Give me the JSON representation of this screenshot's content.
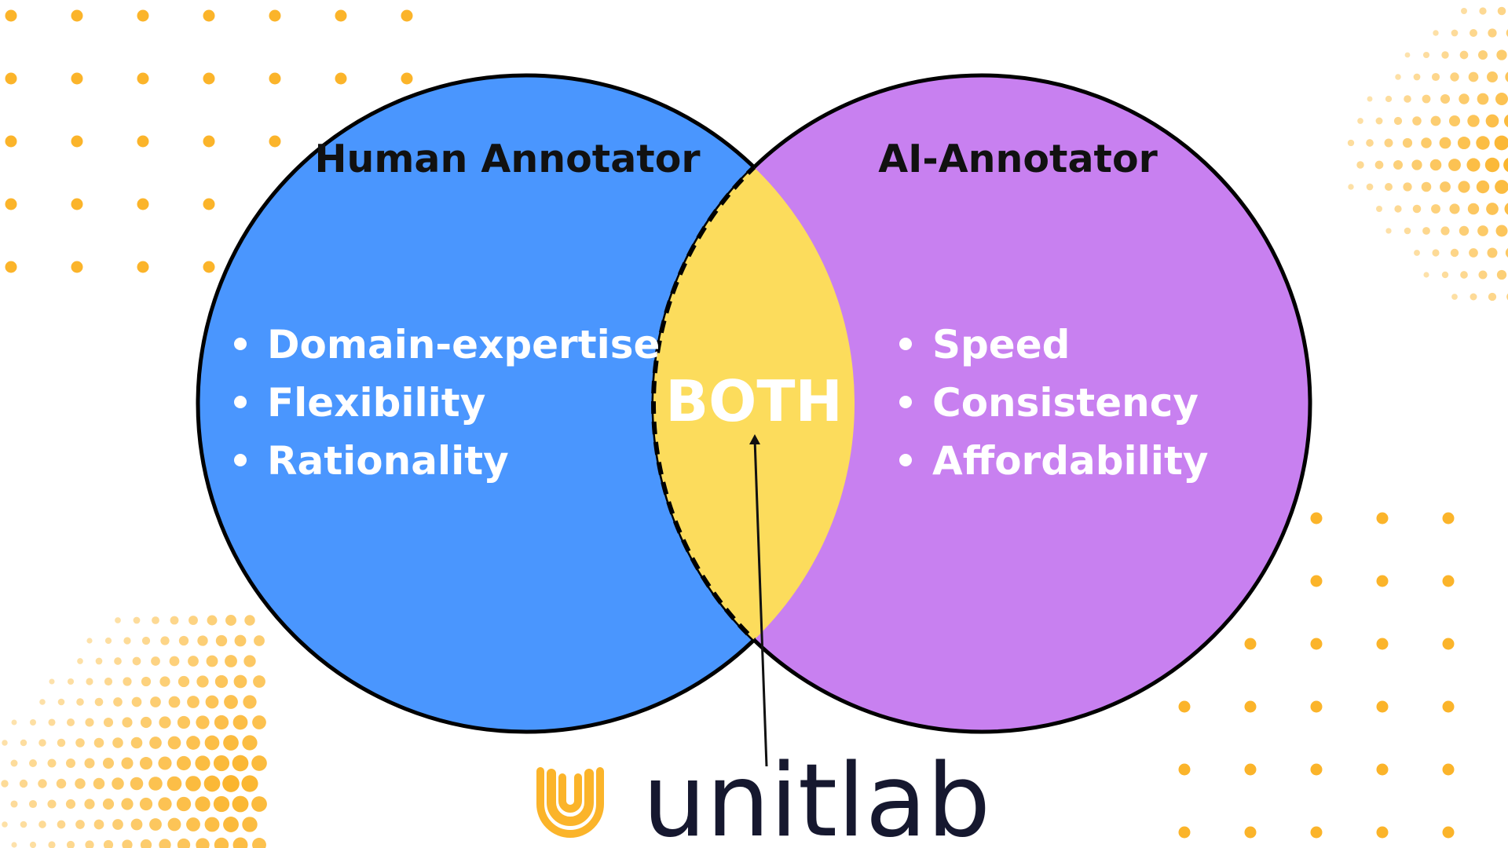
{
  "colors": {
    "left_circle": "#4a96fe",
    "right_circle": "#c880f0",
    "overlap": "#fcdc5c",
    "dots": "#fbb42a",
    "outline": "#000000",
    "logo_icon": "#fbb42a",
    "logo_text": "#16182f"
  },
  "left": {
    "title": "Human Annotator",
    "items": [
      "Domain-expertise",
      "Flexibility",
      "Rationality"
    ]
  },
  "right": {
    "title": "AI-Annotator",
    "items": [
      "Speed",
      "Consistency",
      "Affordability"
    ]
  },
  "overlap": {
    "label": "BOTH"
  },
  "logo": {
    "name": "unitlab",
    "icon": "unitlab-logo-icon"
  }
}
